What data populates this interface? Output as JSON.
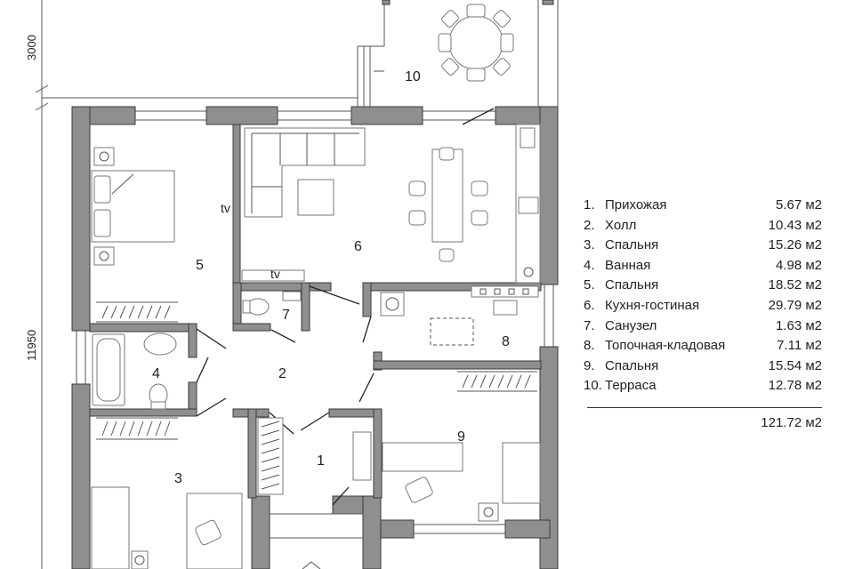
{
  "dimensions": {
    "overall_length": "11950",
    "terrace_depth": "3000"
  },
  "tv_labels": [
    "tv",
    "tv"
  ],
  "room_numbers": [
    "1",
    "2",
    "3",
    "4",
    "5",
    "6",
    "7",
    "8",
    "9",
    "10"
  ],
  "legend": {
    "rooms": [
      {
        "num": "1.",
        "name": "Прихожая",
        "area": "5.67 м2"
      },
      {
        "num": "2.",
        "name": "Холл",
        "area": "10.43 м2"
      },
      {
        "num": "3.",
        "name": "Спальня",
        "area": "15.26 м2"
      },
      {
        "num": "4.",
        "name": "Ванная",
        "area": "4.98 м2"
      },
      {
        "num": "5.",
        "name": "Спальня",
        "area": "18.52 м2"
      },
      {
        "num": "6.",
        "name": "Кухня-гостиная",
        "area": "29.79 м2"
      },
      {
        "num": "7.",
        "name": "Санузел",
        "area": "1.63 м2"
      },
      {
        "num": "8.",
        "name": "Топочная-кладовая",
        "area": "7.11 м2"
      },
      {
        "num": "9.",
        "name": "Спальня",
        "area": "15.54 м2"
      },
      {
        "num": "10.",
        "name": "Терраса",
        "area": "12.78 м2"
      }
    ],
    "total": "121.72 м2"
  }
}
